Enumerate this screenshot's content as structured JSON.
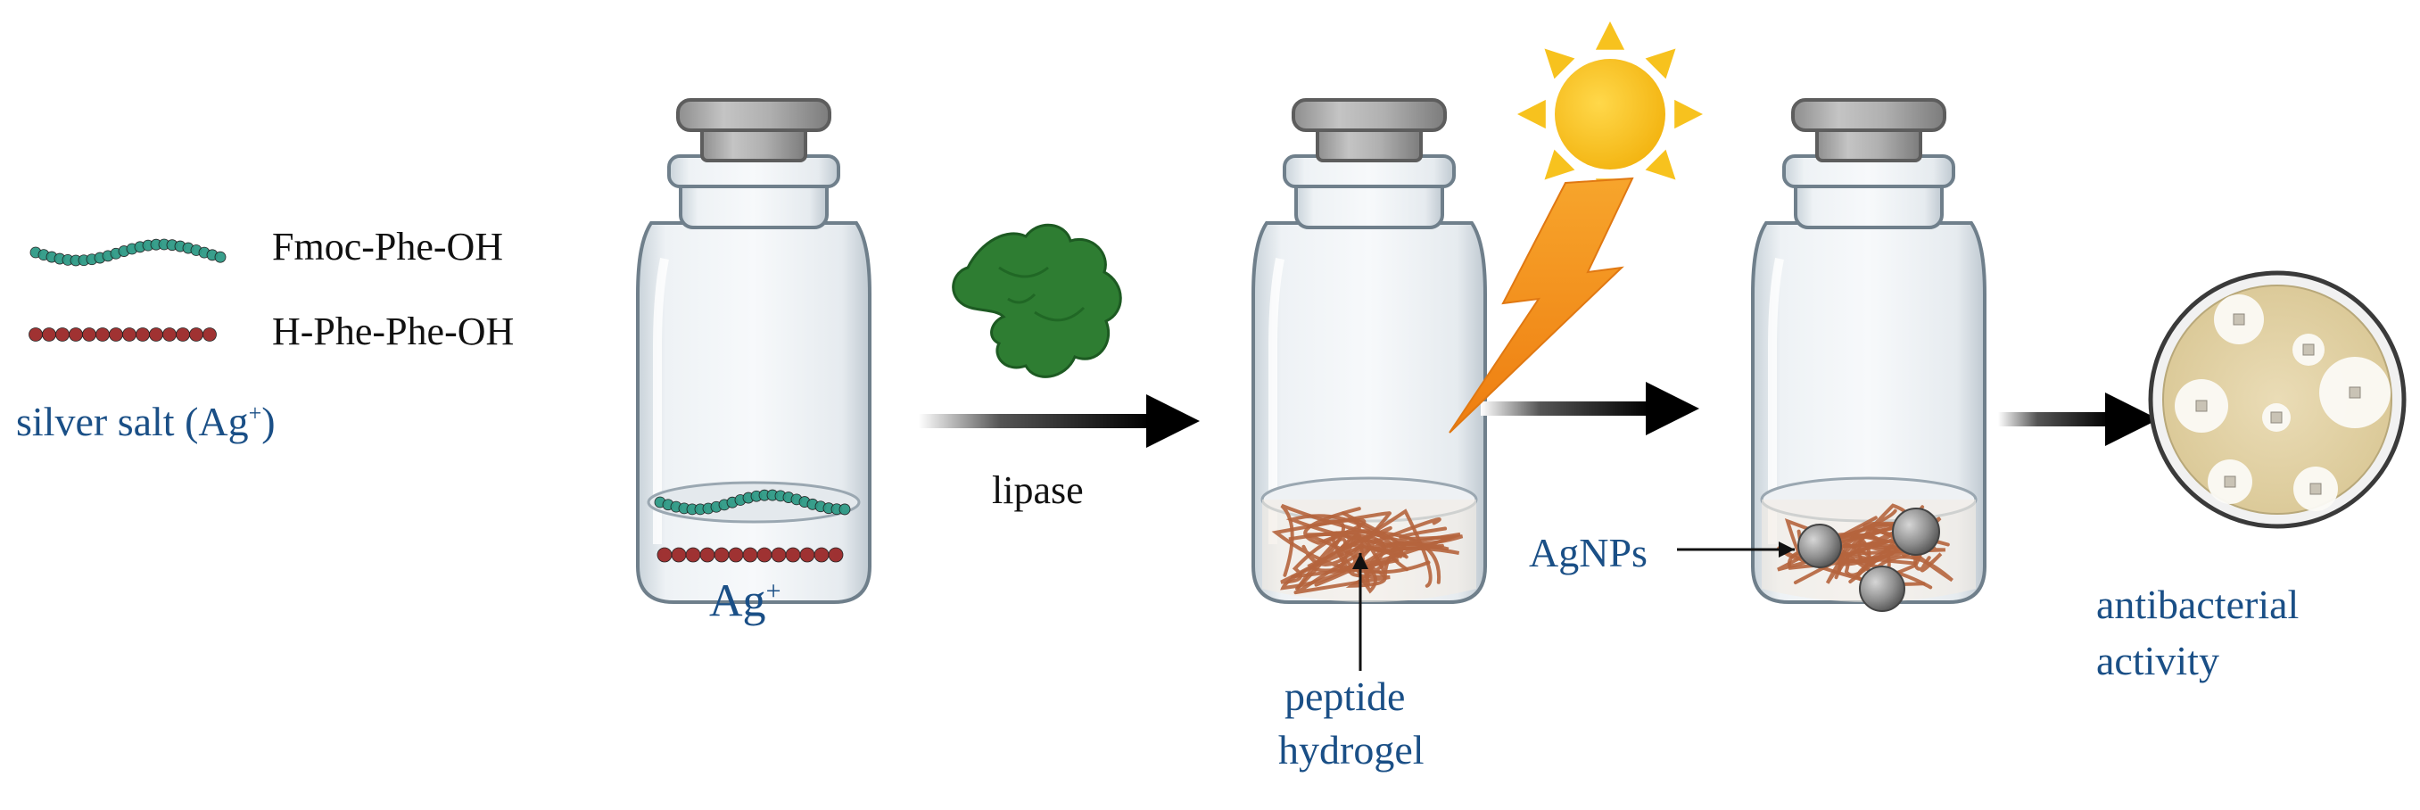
{
  "legend": {
    "fmoc_label": "Fmoc-Phe-OH",
    "hphe_label": "H-Phe-Phe-OH",
    "silver_label": "silver salt (Ag",
    "silver_sup": "+",
    "silver_close": ")"
  },
  "vial1": {
    "ion_label": "Ag",
    "ion_sup": "+"
  },
  "steps": {
    "enzyme_label": "lipase"
  },
  "vial2": {
    "gel_label_line1": "peptide",
    "gel_label_line2": "hydrogel"
  },
  "vial3": {
    "np_label": "AgNPs"
  },
  "result": {
    "label_line1": "antibacterial",
    "label_line2": "activity"
  },
  "colors": {
    "fmoc_strand": "#2f9a86",
    "hphe_strand": "#9b2828",
    "label_blue": "#1a4f86",
    "enzyme_green": "#2e7d32",
    "sun_yellow": "#f7c21e",
    "bolt_orange": "#f08c1a",
    "fiber_brown": "#b5643d"
  },
  "icons": [
    "vial-icon",
    "enzyme-icon",
    "sun-icon",
    "lightning-icon",
    "arrow-icon",
    "petri-dish-icon",
    "nanoparticle-icon"
  ]
}
